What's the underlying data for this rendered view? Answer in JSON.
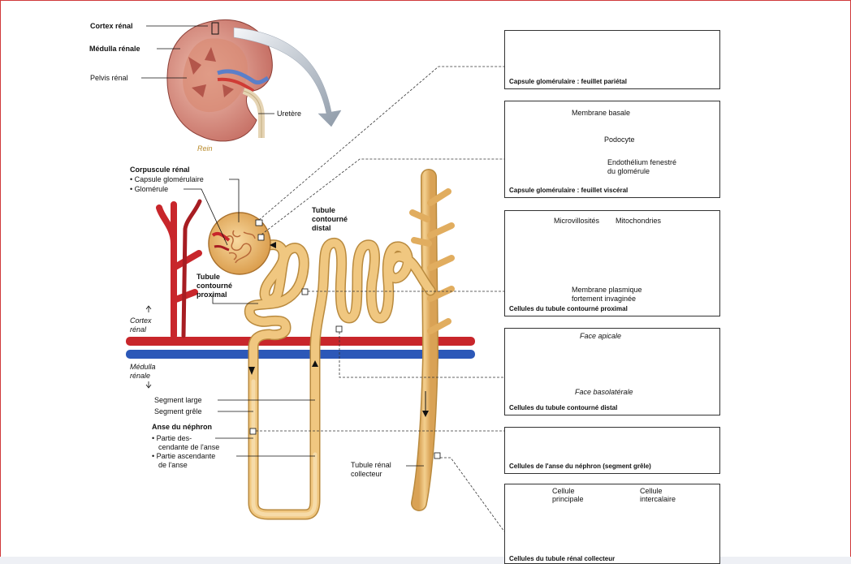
{
  "kidney": {
    "labels": {
      "cortex": "Cortex rénal",
      "medulla": "Médulla rénale",
      "pelvis": "Pelvis rénal",
      "ureter": "Uretère",
      "caption": "Rein"
    }
  },
  "nephron": {
    "corpuscle_title": "Corpuscule rénal",
    "corpuscle_items": [
      "• Capsule glomérulaire",
      "• Glomérule"
    ],
    "dct_label": [
      "Tubule",
      "contourné",
      "distal"
    ],
    "pct_label": [
      "Tubule",
      "contourné",
      "proximal"
    ],
    "cortex_label": [
      "Cortex",
      "rénal"
    ],
    "medulla_label": [
      "Médulla",
      "rénale"
    ],
    "thick_segment": "Segment large",
    "thin_segment": "Segment grêle",
    "loop_title": "Anse du néphron",
    "loop_descending": [
      "• Partie des-",
      "cendante de l'anse"
    ],
    "loop_ascending": [
      "• Partie ascendante",
      "de l'anse"
    ],
    "collecting_label": [
      "Tubule rénal",
      "collecteur"
    ]
  },
  "panels": [
    {
      "caption": "Capsule glomérulaire : feuillet pariétal"
    },
    {
      "caption": "Capsule glomérulaire : feuillet viscéral",
      "labels": [
        "Membrane basale",
        "Podocyte",
        "Endothélium fenestré",
        "du glomérule"
      ]
    },
    {
      "caption": "Cellules du tubule contourné proximal",
      "labels": [
        "Microvillosités",
        "Mitochondries",
        "Membrane plasmique",
        "fortement invaginée"
      ]
    },
    {
      "caption": "Cellules du tubule contourné distal",
      "labels": [
        "Face apicale",
        "Face basolatérale"
      ]
    },
    {
      "caption": "Cellules de l'anse du néphron (segment grêle)"
    },
    {
      "caption": "Cellules du tubule rénal collecteur",
      "labels": [
        "Cellule",
        "principale",
        "Cellule",
        "intercalaire"
      ]
    }
  ],
  "colors": {
    "tubule": "#eab96a",
    "tubule_edge": "#b98a3e",
    "artery": "#c8262b",
    "vein": "#2c58b8",
    "nucleus": "#a4418a",
    "frame": "#d0393b"
  }
}
